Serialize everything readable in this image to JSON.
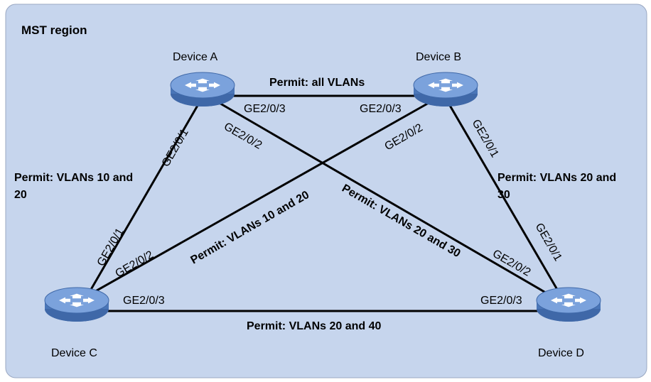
{
  "region": {
    "title": "MST region"
  },
  "colors": {
    "region_fill": "#c6d5ed",
    "region_stroke": "#9aa8c2",
    "link": "#000000",
    "device_body": "#5a86c9",
    "device_top": "#7ba2dc"
  },
  "devices": {
    "a": {
      "name": "Device A",
      "icon": "switch-icon"
    },
    "b": {
      "name": "Device B",
      "icon": "switch-icon"
    },
    "c": {
      "name": "Device C",
      "icon": "switch-icon"
    },
    "d": {
      "name": "Device D",
      "icon": "switch-icon"
    }
  },
  "links": {
    "ab": {
      "permit": "Permit: all VLANs",
      "port_a": "GE2/0/3",
      "port_b": "GE2/0/3"
    },
    "ac": {
      "permit_line1": "Permit: VLANs 10 and",
      "permit_line2": "20",
      "port_a": "GE2/0/1",
      "port_c": "GE2/0/1"
    },
    "ad": {
      "permit": "Permit: VLANs 20 and 30",
      "port_a": "GE2/0/2",
      "port_d": "GE2/0/2"
    },
    "bc": {
      "permit": "Permit: VLANs 10 and 20",
      "port_b": "GE2/0/2",
      "port_c": "GE2/0/2"
    },
    "bd": {
      "permit_line1": "Permit: VLANs 20 and",
      "permit_line2": "30",
      "port_b": "GE2/0/1",
      "port_d": "GE2/0/1"
    },
    "cd": {
      "permit": "Permit: VLANs 20 and 40",
      "port_c": "GE2/0/3",
      "port_d": "GE2/0/3"
    }
  }
}
